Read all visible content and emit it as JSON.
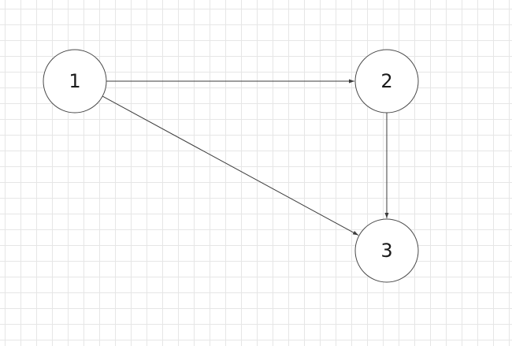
{
  "graph": {
    "directed": true,
    "nodes": [
      {
        "id": "1",
        "label": "1"
      },
      {
        "id": "2",
        "label": "2"
      },
      {
        "id": "3",
        "label": "3"
      }
    ],
    "edges": [
      {
        "from": "1",
        "to": "2"
      },
      {
        "from": "1",
        "to": "3"
      },
      {
        "from": "2",
        "to": "3"
      }
    ]
  },
  "colors": {
    "grid": "#e6e6e6",
    "edge": "#3c3c3c",
    "node_border": "#4a4a4a",
    "label": "#1a1a1a"
  }
}
